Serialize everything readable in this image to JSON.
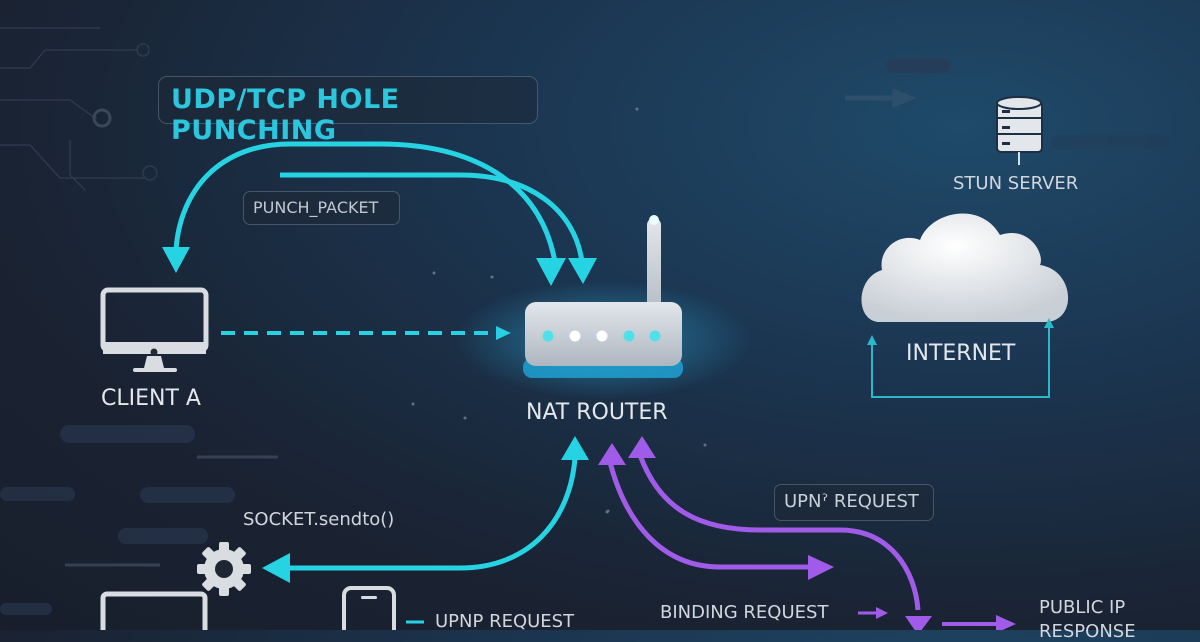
{
  "title": "UDP/TCP HOLE PUNCHING",
  "labels": {
    "punch_packet": "PUNCH_PACKET",
    "client_a": "CLIENT A",
    "nat_router": "NAT ROUTER",
    "stun_server": "STUN SERVER",
    "internet": "INTERNET",
    "socket_sendto": "SOCKET.sendto()",
    "upnp_request_box": "UPNˀ REQUEST",
    "upnp_request_bottom": "UPNP REQUEST",
    "binding_request": "BINDING REQUEST",
    "public_ip_response_line1": "PUBLIC IP",
    "public_ip_response_line2": "RESPONSE"
  },
  "colors": {
    "cyan": "#26d3e3",
    "purple": "#a05ce8",
    "title": "#2bc7de",
    "icon": "#d9dde2"
  },
  "icons": [
    "monitor-icon",
    "router-icon",
    "database-server-icon",
    "cloud-icon",
    "gear-icon",
    "laptop-icon",
    "phone-icon"
  ]
}
